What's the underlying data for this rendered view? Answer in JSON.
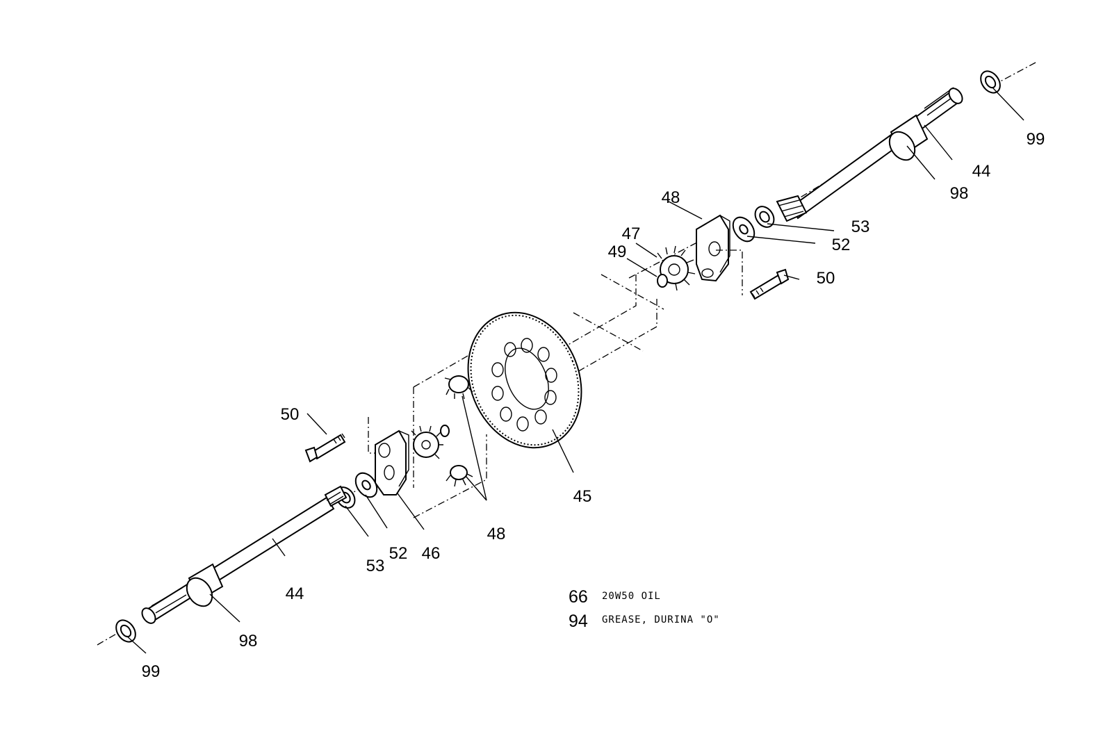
{
  "callouts": {
    "shaft_right": "44",
    "shaft_left": "44",
    "ring_gear": "45",
    "carrier_left": "46",
    "spider_gear": "47",
    "carrier_right": "48",
    "side_gears": "48",
    "pin": "49",
    "bolt_right": "50",
    "bolt_left": "50",
    "washer_right": "52",
    "washer_left": "52",
    "spacer_right": "53",
    "spacer_left": "53",
    "bushing_right": "98",
    "bushing_left": "98",
    "seal_right": "99",
    "seal_left": "99"
  },
  "notes": [
    {
      "num": "66",
      "text": "20W50 OIL"
    },
    {
      "num": "94",
      "text": "GREASE, DURINA \"O\""
    }
  ]
}
